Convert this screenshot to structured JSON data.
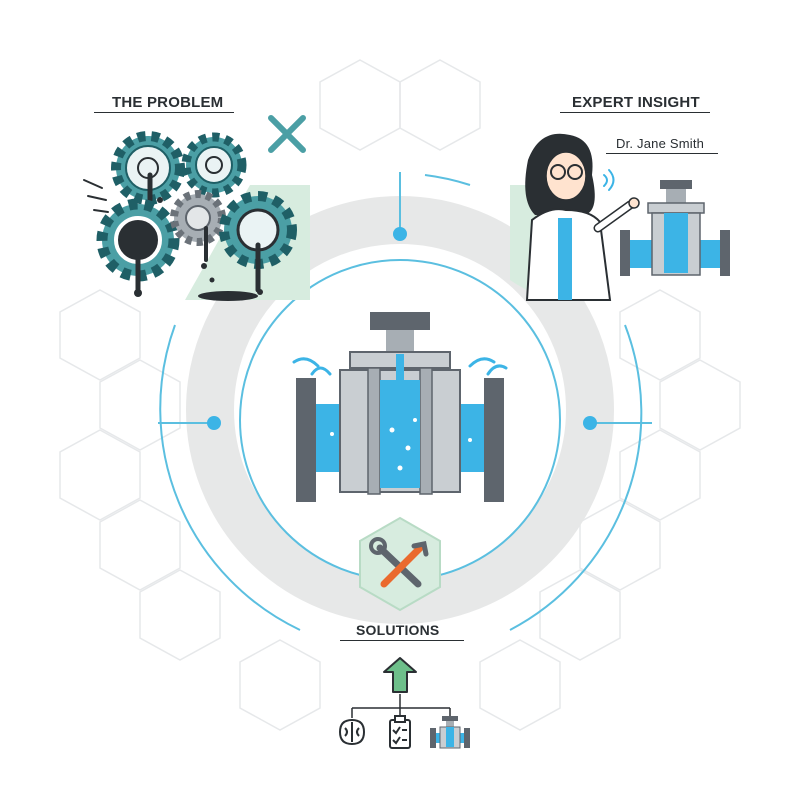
{
  "problem": {
    "title": "THE PROBLEM"
  },
  "expert": {
    "title": "EXPERT INSIGHT",
    "name": "Dr. Jane Smith"
  },
  "solutions": {
    "title": "SOLUTIONS"
  },
  "source_icons": [
    "brain-icon",
    "checklist-icon",
    "valve-icon"
  ],
  "colors": {
    "teal": "#4b9fa5",
    "green_bg": "#d7ecdf",
    "green_dark": "#3f9a6b",
    "water": "#3cb4e6",
    "steel": "#a7aeb4",
    "dark_steel": "#5e656d",
    "ring_gray": "#e7e8e8",
    "line_blue": "#5bbfe0",
    "ink": "#2a2f33"
  }
}
